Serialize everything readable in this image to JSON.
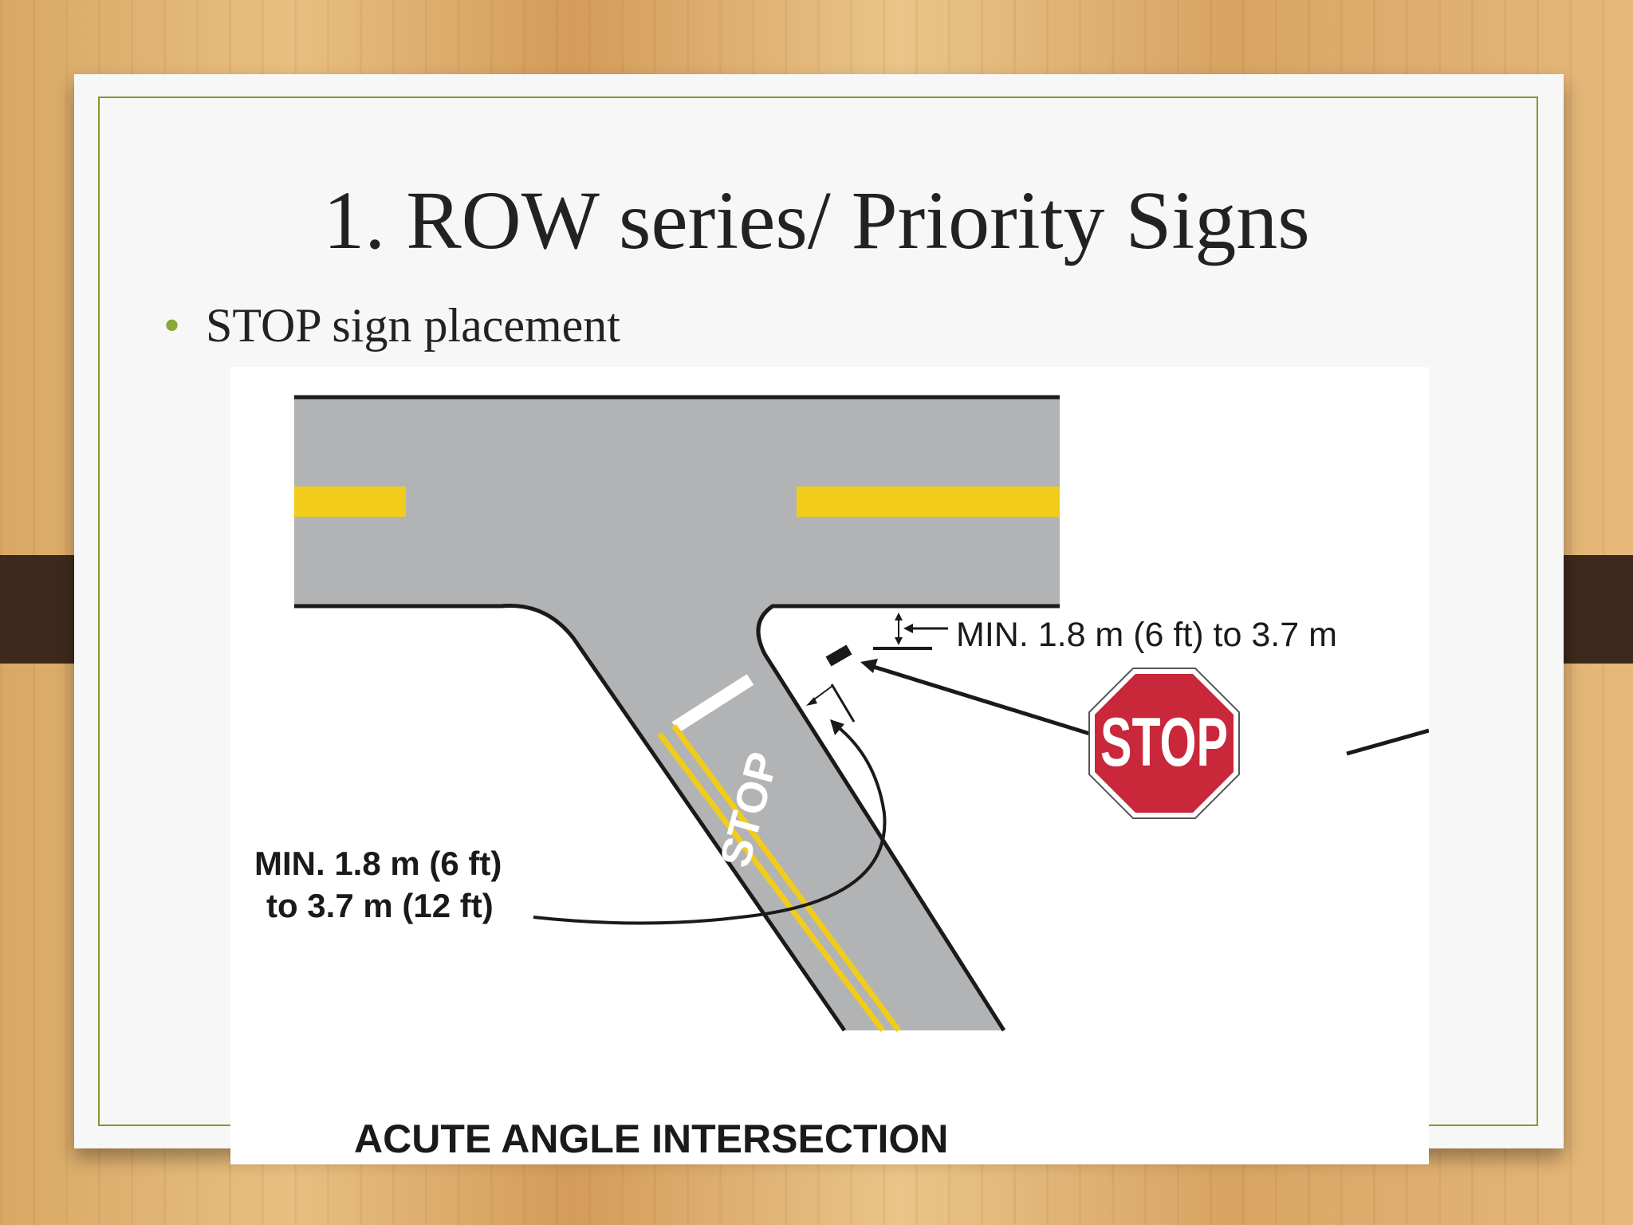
{
  "slide": {
    "title": "1. ROW series/ Priority Signs",
    "bullet": "STOP sign placement"
  },
  "diagram": {
    "stop_sign_text": "STOP",
    "pavement_marking_text": "STOP",
    "label_top": "MIN. 1.8 m (6 ft) to 3.7 m",
    "label_left_line1": "MIN. 1.8 m (6 ft)",
    "label_left_line2": "to 3.7 m (12 ft)",
    "caption": "ACUTE ANGLE INTERSECTION",
    "colors": {
      "road": "#b2b3b5",
      "centerline": "#f2cc1a",
      "stop_red": "#c8283a"
    }
  }
}
